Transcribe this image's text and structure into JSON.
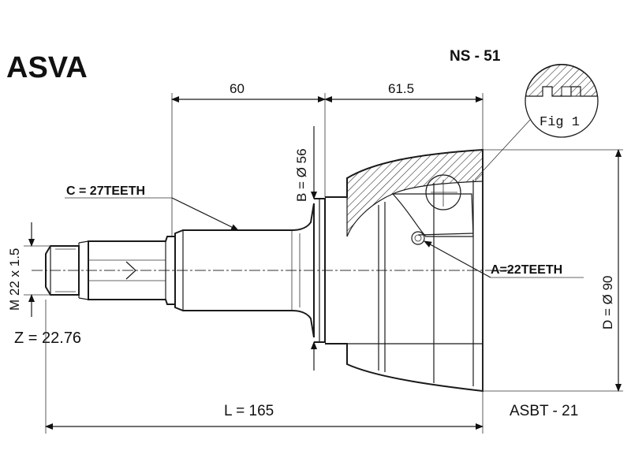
{
  "brand": "ASVA",
  "part_number": "NS - 51",
  "fig_label": "Fig 1",
  "dimensions": {
    "top_left": "60",
    "top_right": "61.5",
    "bore": "B = Ø 56",
    "spline_outer": "C = 27TEETH",
    "spline_inner": "A=22TEETH",
    "outer_diameter": "D = Ø 90",
    "thread": "M 22 x 1.5",
    "z_value": "Z = 22.76",
    "length": "L = 165"
  },
  "boot_ref": "ASBT - 21",
  "colors": {
    "ink": "#111111",
    "background": "#ffffff"
  }
}
